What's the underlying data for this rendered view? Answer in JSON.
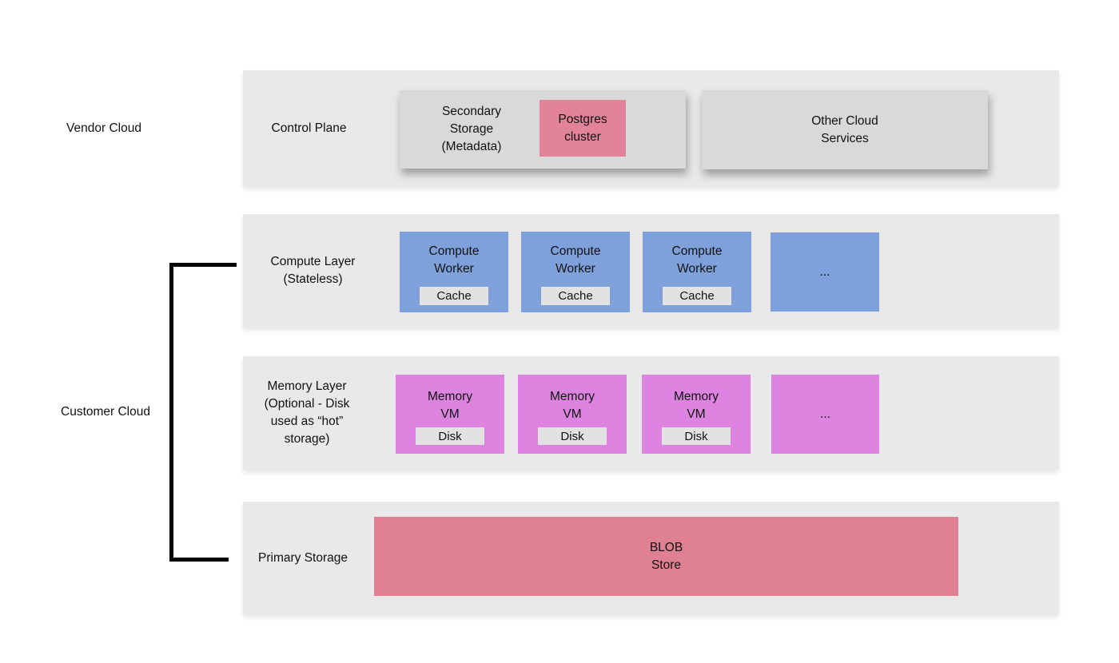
{
  "labels": {
    "vendor_cloud": "Vendor Cloud",
    "customer_cloud": "Customer Cloud"
  },
  "colors": {
    "page_bg": "#ffffff",
    "band_bg": "#e9e9e9",
    "service_box_bg": "#d9d9d9",
    "compute_box_bg": "#7ea1db",
    "memory_box_bg": "#dc84e0",
    "blob_box_bg": "#df8093",
    "postgres_box_bg": "#e2839a",
    "chip_bg": "#e2e2e2",
    "bracket_color": "#000000",
    "text_color": "#111111"
  },
  "control_plane": {
    "label": "Control Plane",
    "secondary_storage_text": "Secondary\nStorage\n(Metadata)",
    "postgres_text": "Postgres\ncluster",
    "other_services_text": "Other Cloud\nServices"
  },
  "compute_layer": {
    "label": "Compute Layer\n(Stateless)",
    "workers": [
      {
        "title": "Compute\nWorker",
        "chip": "Cache"
      },
      {
        "title": "Compute\nWorker",
        "chip": "Cache"
      },
      {
        "title": "Compute\nWorker",
        "chip": "Cache"
      }
    ],
    "ellipsis": "..."
  },
  "memory_layer": {
    "label": "Memory Layer\n(Optional - Disk\nused as “hot”\nstorage)",
    "vms": [
      {
        "title": "Memory\nVM",
        "chip": "Disk"
      },
      {
        "title": "Memory\nVM",
        "chip": "Disk"
      },
      {
        "title": "Memory\nVM",
        "chip": "Disk"
      }
    ],
    "ellipsis": "..."
  },
  "primary_storage": {
    "label": "Primary Storage",
    "blob_text": "BLOB\nStore"
  }
}
